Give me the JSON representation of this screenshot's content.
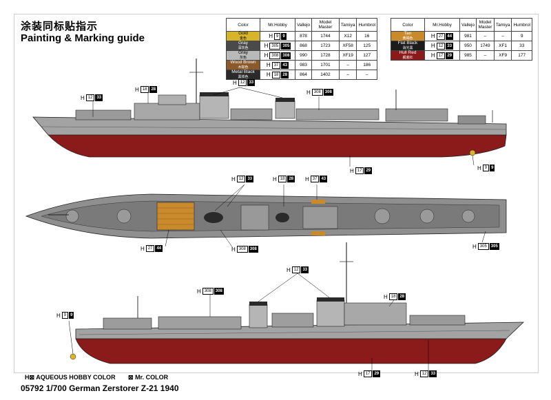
{
  "header": {
    "title_cn": "涂装同标贴指示",
    "title_en": "Painting & Marking guide"
  },
  "table_headers": {
    "color": "Color",
    "mrhobby": "Mr.Hobby",
    "vallejo": "Vallejo",
    "model_master": "Model Master",
    "tamiya": "Tamiya",
    "humbrol": "Humbrol"
  },
  "table_left": [
    {
      "name": "Gold",
      "cn": "金色",
      "swatch": "#d7b52b",
      "text": "#000000",
      "h": "H",
      "c1": "9",
      "c2": "9",
      "vallejo": "878",
      "mm": "1744",
      "tamiya": "X12",
      "humbrol": "16"
    },
    {
      "name": "Gray",
      "cn": "深灰色",
      "swatch": "#4a4a4a",
      "text": "#ffffff",
      "h": "H",
      "c1": "305",
      "c2": "305",
      "vallejo": "868",
      "mm": "1723",
      "tamiya": "XF58",
      "humbrol": "125"
    },
    {
      "name": "Gray",
      "cn": "灰色",
      "swatch": "#b9b9b9",
      "text": "#000000",
      "h": "H",
      "c1": "308",
      "c2": "308",
      "vallejo": "990",
      "mm": "1728",
      "tamiya": "XF19",
      "humbrol": "127"
    },
    {
      "name": "Wood Brown",
      "cn": "木棕色",
      "swatch": "#8a5a2b",
      "text": "#ffffff",
      "h": "H",
      "c1": "37",
      "c2": "43",
      "vallejo": "983",
      "mm": "1701",
      "tamiya": "–",
      "humbrol": "186"
    },
    {
      "name": "Metal Black",
      "cn": "黑铁色",
      "swatch": "#2a2a2a",
      "text": "#ffffff",
      "h": "H",
      "c1": "18",
      "c2": "28",
      "vallejo": "864",
      "mm": "1402",
      "tamiya": "–",
      "humbrol": "–"
    }
  ],
  "table_right": [
    {
      "name": "Tan",
      "cn": "黄褐色",
      "swatch": "#c98a2c",
      "text": "#ffffff",
      "h": "H",
      "c1": "27",
      "c2": "44",
      "vallejo": "981",
      "mm": "–",
      "tamiya": "–",
      "humbrol": "9"
    },
    {
      "name": "Flat Black",
      "cn": "消光黑",
      "swatch": "#1c1c1c",
      "text": "#ffffff",
      "h": "H",
      "c1": "12",
      "c2": "33",
      "vallejo": "950",
      "mm": "1749",
      "tamiya": "XF1",
      "humbrol": "33"
    },
    {
      "name": "Hull Red",
      "cn": "舰底红",
      "swatch": "#8b1a1a",
      "text": "#ffffff",
      "h": "H",
      "c1": "17",
      "c2": "29",
      "vallejo": "985",
      "mm": "–",
      "tamiya": "XF9",
      "humbrol": "177"
    }
  ],
  "callouts": {
    "side1_mast": {
      "h": "H",
      "c1": "12",
      "c2": "33"
    },
    "side1_upper": {
      "h": "H",
      "c1": "18",
      "c2": "28"
    },
    "side1_bow": {
      "h": "H",
      "c1": "12",
      "c2": "33"
    },
    "side1_funnel": {
      "h": "H",
      "c1": "308",
      "c2": "308"
    },
    "side1_hull": {
      "h": "H",
      "c1": "17",
      "c2": "29"
    },
    "side1_prop": {
      "h": "H",
      "c1": "9",
      "c2": "9"
    },
    "top_black": {
      "h": "H",
      "c1": "12",
      "c2": "33"
    },
    "top_metal": {
      "h": "H",
      "c1": "18",
      "c2": "28"
    },
    "top_wood": {
      "h": "H",
      "c1": "37",
      "c2": "43"
    },
    "top_tan": {
      "h": "H",
      "c1": "27",
      "c2": "44"
    },
    "top_gray": {
      "h": "H",
      "c1": "308",
      "c2": "308"
    },
    "top_deck": {
      "h": "H",
      "c1": "305",
      "c2": "305"
    },
    "side2_mast": {
      "h": "H",
      "c1": "12",
      "c2": "33"
    },
    "side2_funnel": {
      "h": "H",
      "c1": "308",
      "c2": "308"
    },
    "side2_metal": {
      "h": "H",
      "c1": "18",
      "c2": "28"
    },
    "side2_prop": {
      "h": "H",
      "c1": "9",
      "c2": "9"
    },
    "side2_hull": {
      "h": "H",
      "c1": "17",
      "c2": "29"
    },
    "side2_stern": {
      "h": "H",
      "c1": "12",
      "c2": "33"
    }
  },
  "legend": {
    "aqueous_symbol": "H⊠",
    "aqueous": "AQUEOUS HOBBY COLOR",
    "mr_symbol": "⊠",
    "mr": "Mr. COLOR"
  },
  "footer": {
    "code": "05792",
    "scale": "1/700",
    "name": "German Zerstorer Z-21 1940"
  },
  "colors": {
    "hull_gray": "#9a9a9a",
    "hull_red": "#8b1a1a",
    "deck_gray": "#7a7a7a",
    "wood": "#c98a2c"
  }
}
